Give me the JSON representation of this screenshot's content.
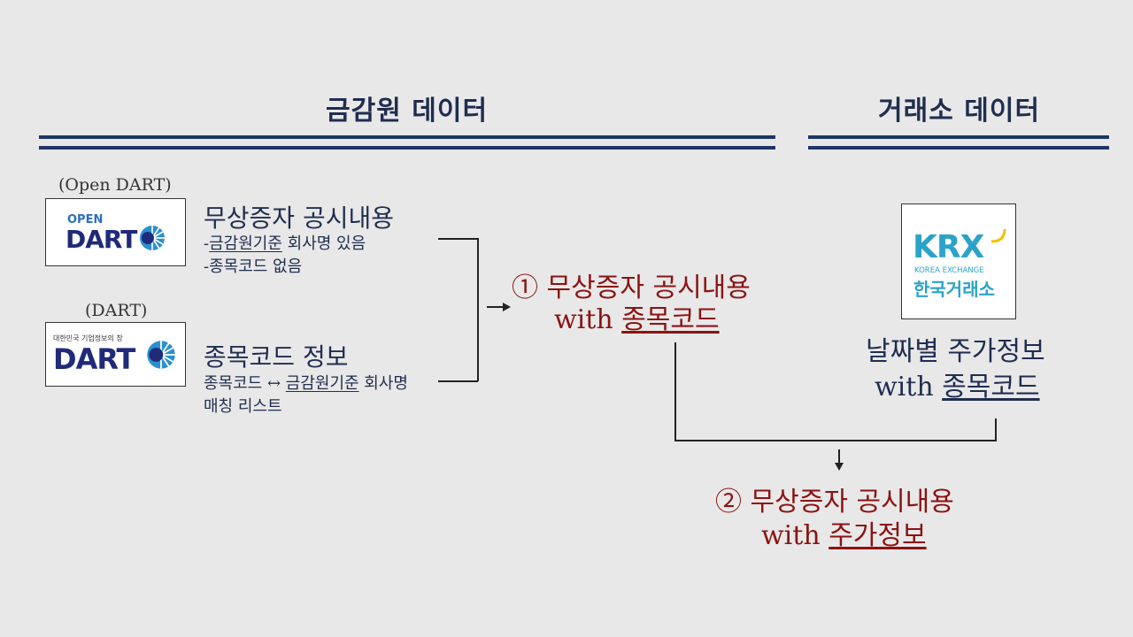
{
  "sections": {
    "fss_title": "금감원 데이터",
    "krx_title": "거래소 데이터"
  },
  "sources": {
    "open_dart": {
      "caption": "(Open DART)",
      "logo_top": "OPEN",
      "logo_main": "DART",
      "heading": "무상증자 공시내용",
      "note1_prefix": "-",
      "note1_link": "금감원기준",
      "note1_rest": " 회사명 있음",
      "note2": "-종목코드 없음"
    },
    "dart": {
      "caption": "(DART)",
      "logo_top": "대한민국 기업정보의 창",
      "logo_main": "DART",
      "heading": "종목코드 정보",
      "note1_prefix": "종목코드 ↔ ",
      "note1_link": "금감원기준",
      "note1_rest": " 회사명",
      "note2": "매칭 리스트"
    },
    "krx": {
      "logo_main": "KRX",
      "logo_sub": "KOREA EXCHANGE",
      "logo_kr": "한국거래소",
      "heading": "날짜별 주가정보",
      "with": "with ",
      "with_link": "종목코드"
    }
  },
  "results": {
    "r1_line1": "① 무상증자 공시내용",
    "r1_with": "with ",
    "r1_link": "종목코드",
    "r2_line1": "② 무상증자 공시내용",
    "r2_with": "with ",
    "r2_link": "주가정보"
  },
  "colors": {
    "navy": "#1f3566",
    "result_red": "#8c1212",
    "dart_blue": "#1f2a7a",
    "krx_blue": "#2ba3c9"
  }
}
